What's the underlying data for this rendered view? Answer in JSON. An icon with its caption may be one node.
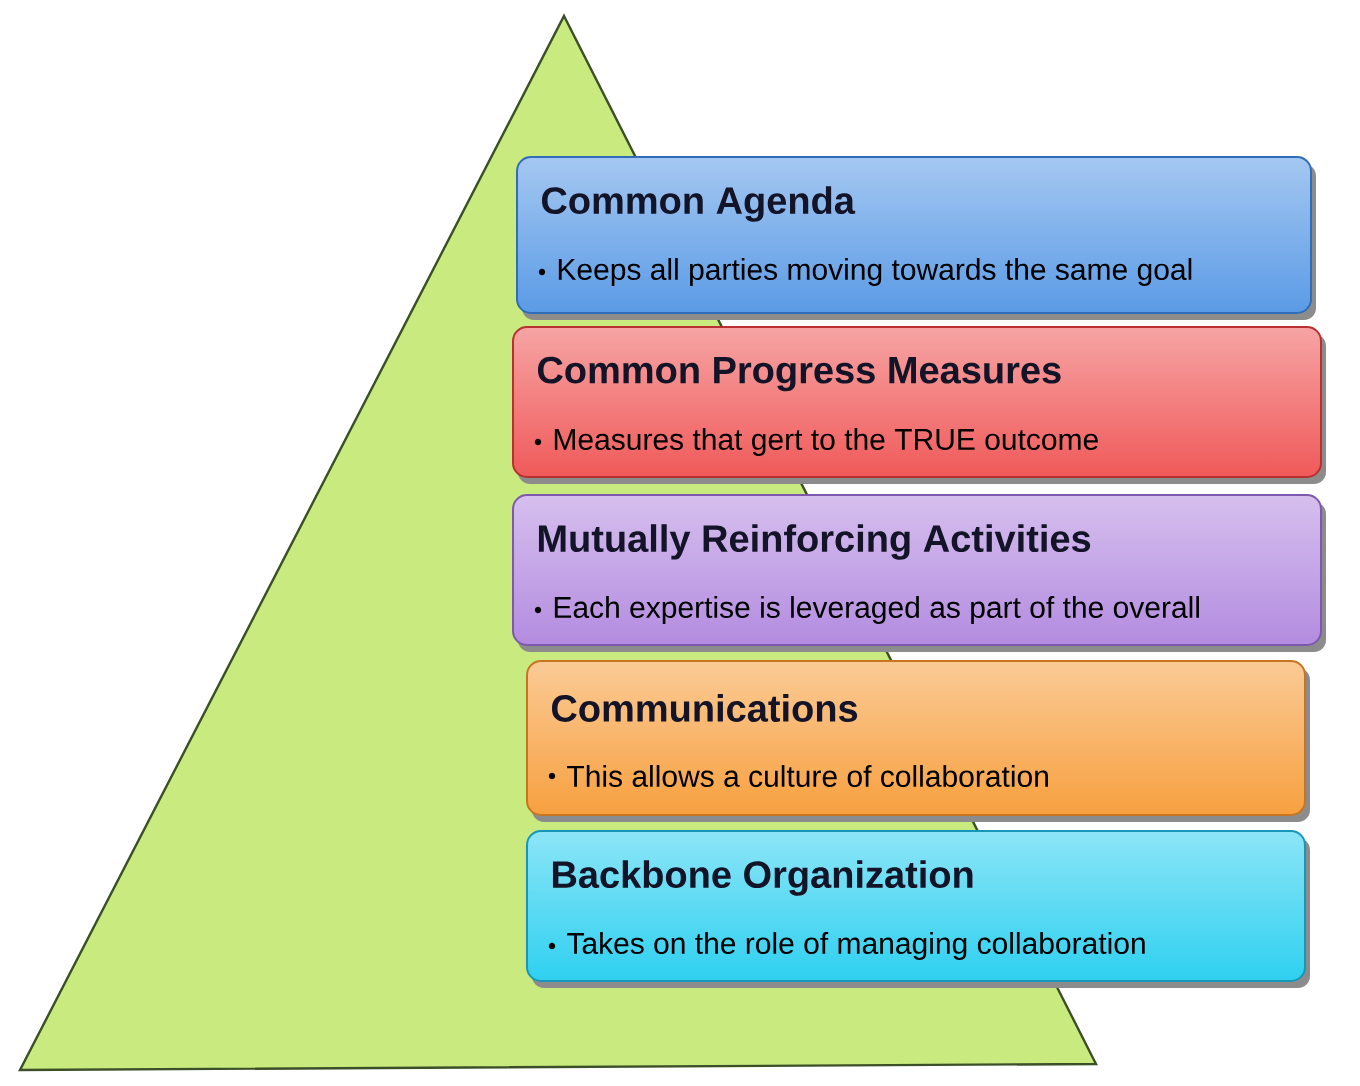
{
  "diagram": {
    "nodes": [
      {
        "text": [
          "Common Agenda",
          "Keeps all parties moving towards the same goal"
        ]
      },
      {
        "text": [
          "Common Progress Measures",
          "Measures that gert to the TRUE outcome"
        ]
      },
      {
        "text": [
          "Mutually Reinforcing Activities",
          "Each expertise is leveraged as part of the overall"
        ]
      },
      {
        "text": [
          "Communications",
          "This allows a culture of collaboration"
        ]
      },
      {
        "text": [
          "Backbone Organization",
          "Takes on the role of managing collaboration"
        ]
      }
    ]
  }
}
